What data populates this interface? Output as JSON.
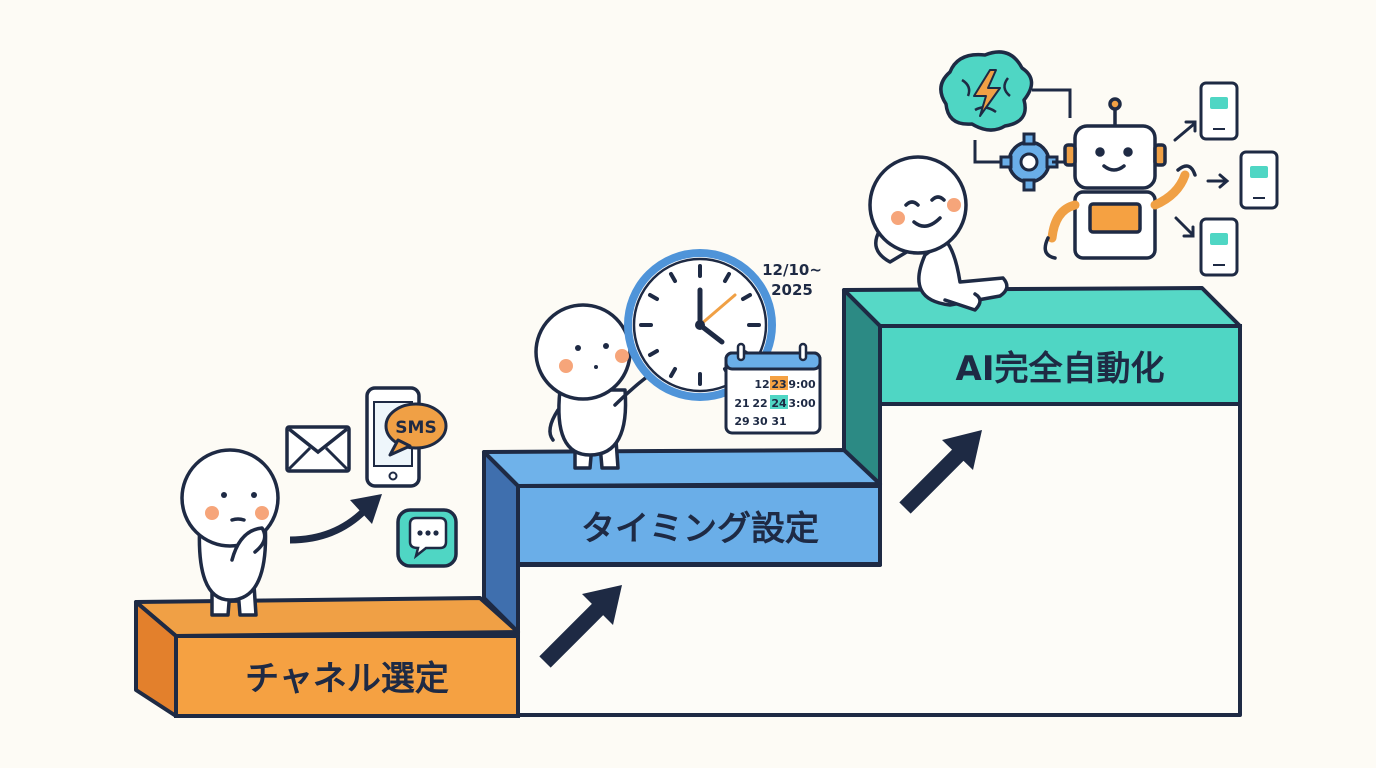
{
  "steps": [
    {
      "label": "チャネル選定"
    },
    {
      "label": "タイミング設定"
    },
    {
      "label": "AI完全自動化"
    }
  ],
  "channel_icons": {
    "sms_label": "SMS"
  },
  "calendar": {
    "date_range_line1": "12/10~",
    "date_range_line2": "2025",
    "row1": [
      "12",
      "23",
      "9:00"
    ],
    "row2": [
      "21",
      "22",
      "24",
      "3:00"
    ],
    "row3": [
      "29",
      "30",
      "31"
    ]
  },
  "colors": {
    "step1": "#f5a142",
    "step2": "#6aaee8",
    "step3": "#4fd6c4",
    "outline": "#1e2a44",
    "cheek": "#f6a57a"
  }
}
